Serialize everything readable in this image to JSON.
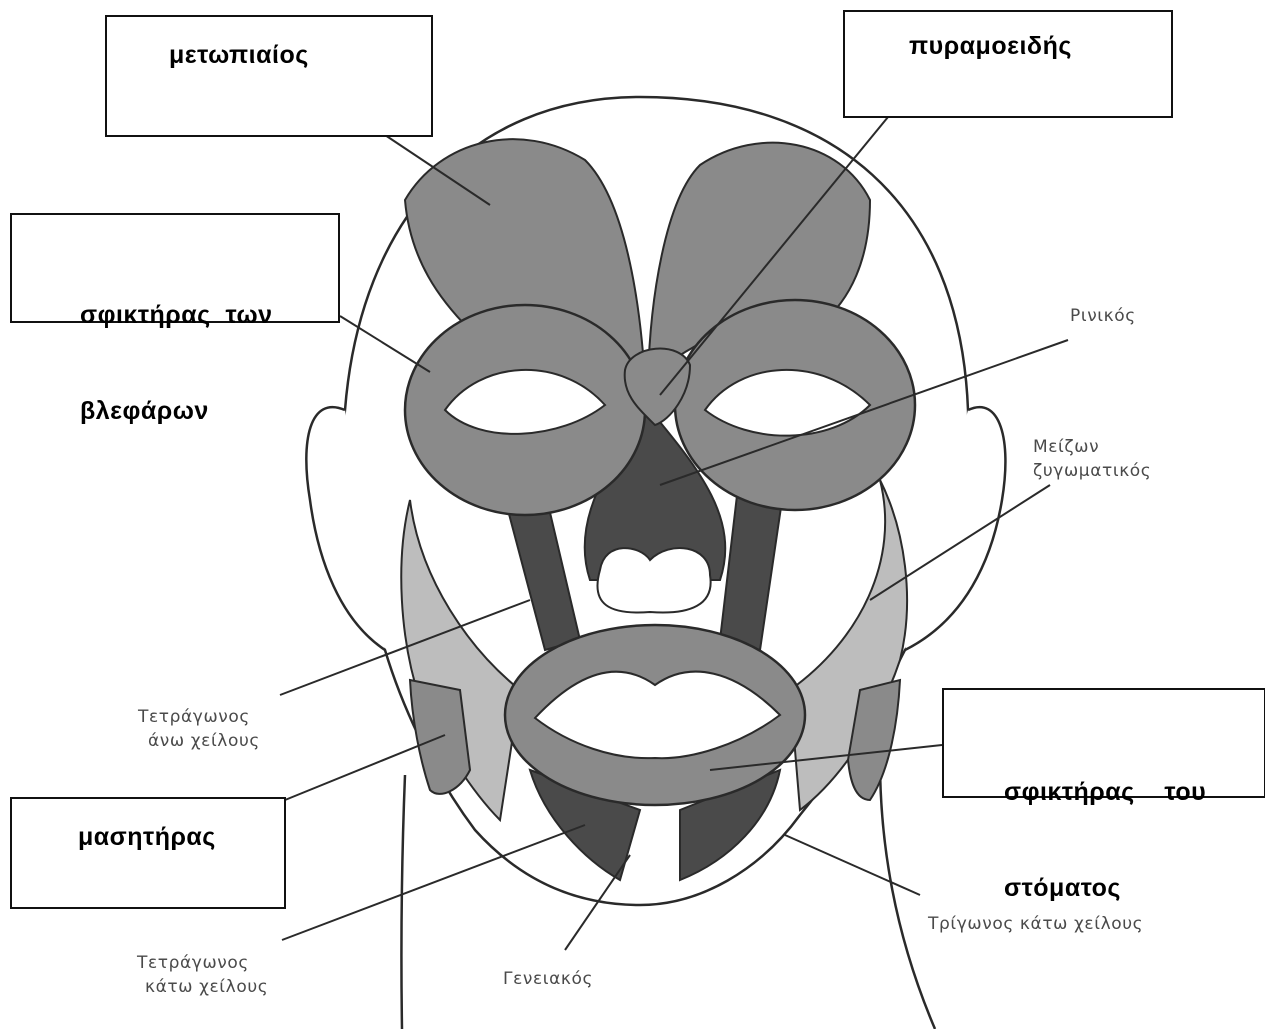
{
  "boxed_labels": {
    "frontalis": [
      "μετωπιαίος"
    ],
    "procerus": [
      "πυραμοειδής"
    ],
    "orbicularis_oculi": [
      "σφικτήρας  των",
      "βλεφάρων"
    ],
    "masseter": [
      "μασητήρας"
    ],
    "orbicularis_oris": [
      "σφικτήρας    του",
      "στόματος"
    ]
  },
  "printed_labels": {
    "nasalis": [
      "Ρινικός"
    ],
    "zygomaticus_major": [
      "Μείζων",
      "ζυγωματικός"
    ],
    "quadratus_upper_lip": [
      "Τετράγωνος",
      "άνω χείλους"
    ],
    "triangular_lower_lip": [
      "Τρίγωνος κάτω χείλους"
    ],
    "quadratus_lower_lip": [
      "Τετράγωνος",
      "κάτω χείλους"
    ],
    "mentalis": [
      "Γενειακός"
    ]
  },
  "colors": {
    "line": "#2a2a2a",
    "muscle_medium": "#8a8a8a",
    "muscle_dark": "#4a4a4a",
    "muscle_light": "#bdbdbd",
    "skin": "#ffffff"
  }
}
